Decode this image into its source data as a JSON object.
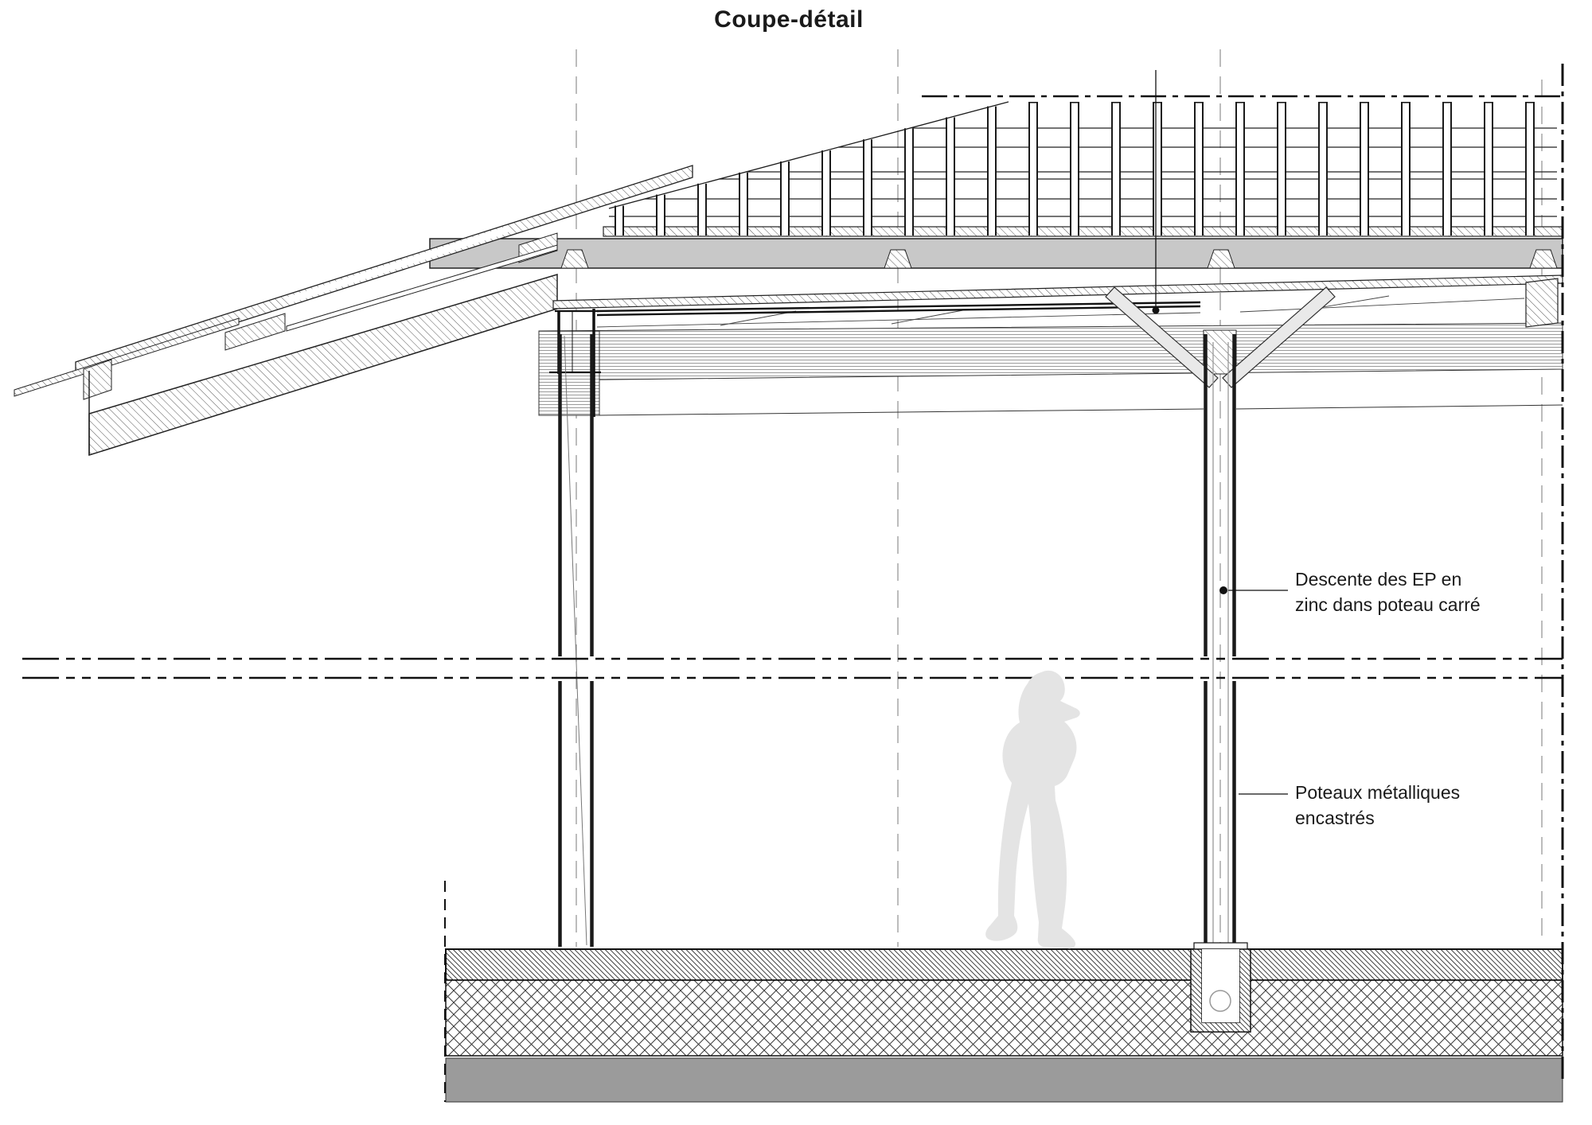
{
  "title": "Coupe-détail",
  "annotations": {
    "downpipe": {
      "line1": "Descente des EP en",
      "line2": "zinc dans poteau carré"
    },
    "columns": {
      "line1": "Poteaux métalliques",
      "line2": "encastrés"
    }
  },
  "colors": {
    "line": "#1a1a1a",
    "gray_band": "#c8c8c8",
    "base_slab": "#9b9b9b",
    "figure": "#e4e4e4",
    "strut": "#e9e9e9",
    "grid": "#8f8f8f"
  }
}
